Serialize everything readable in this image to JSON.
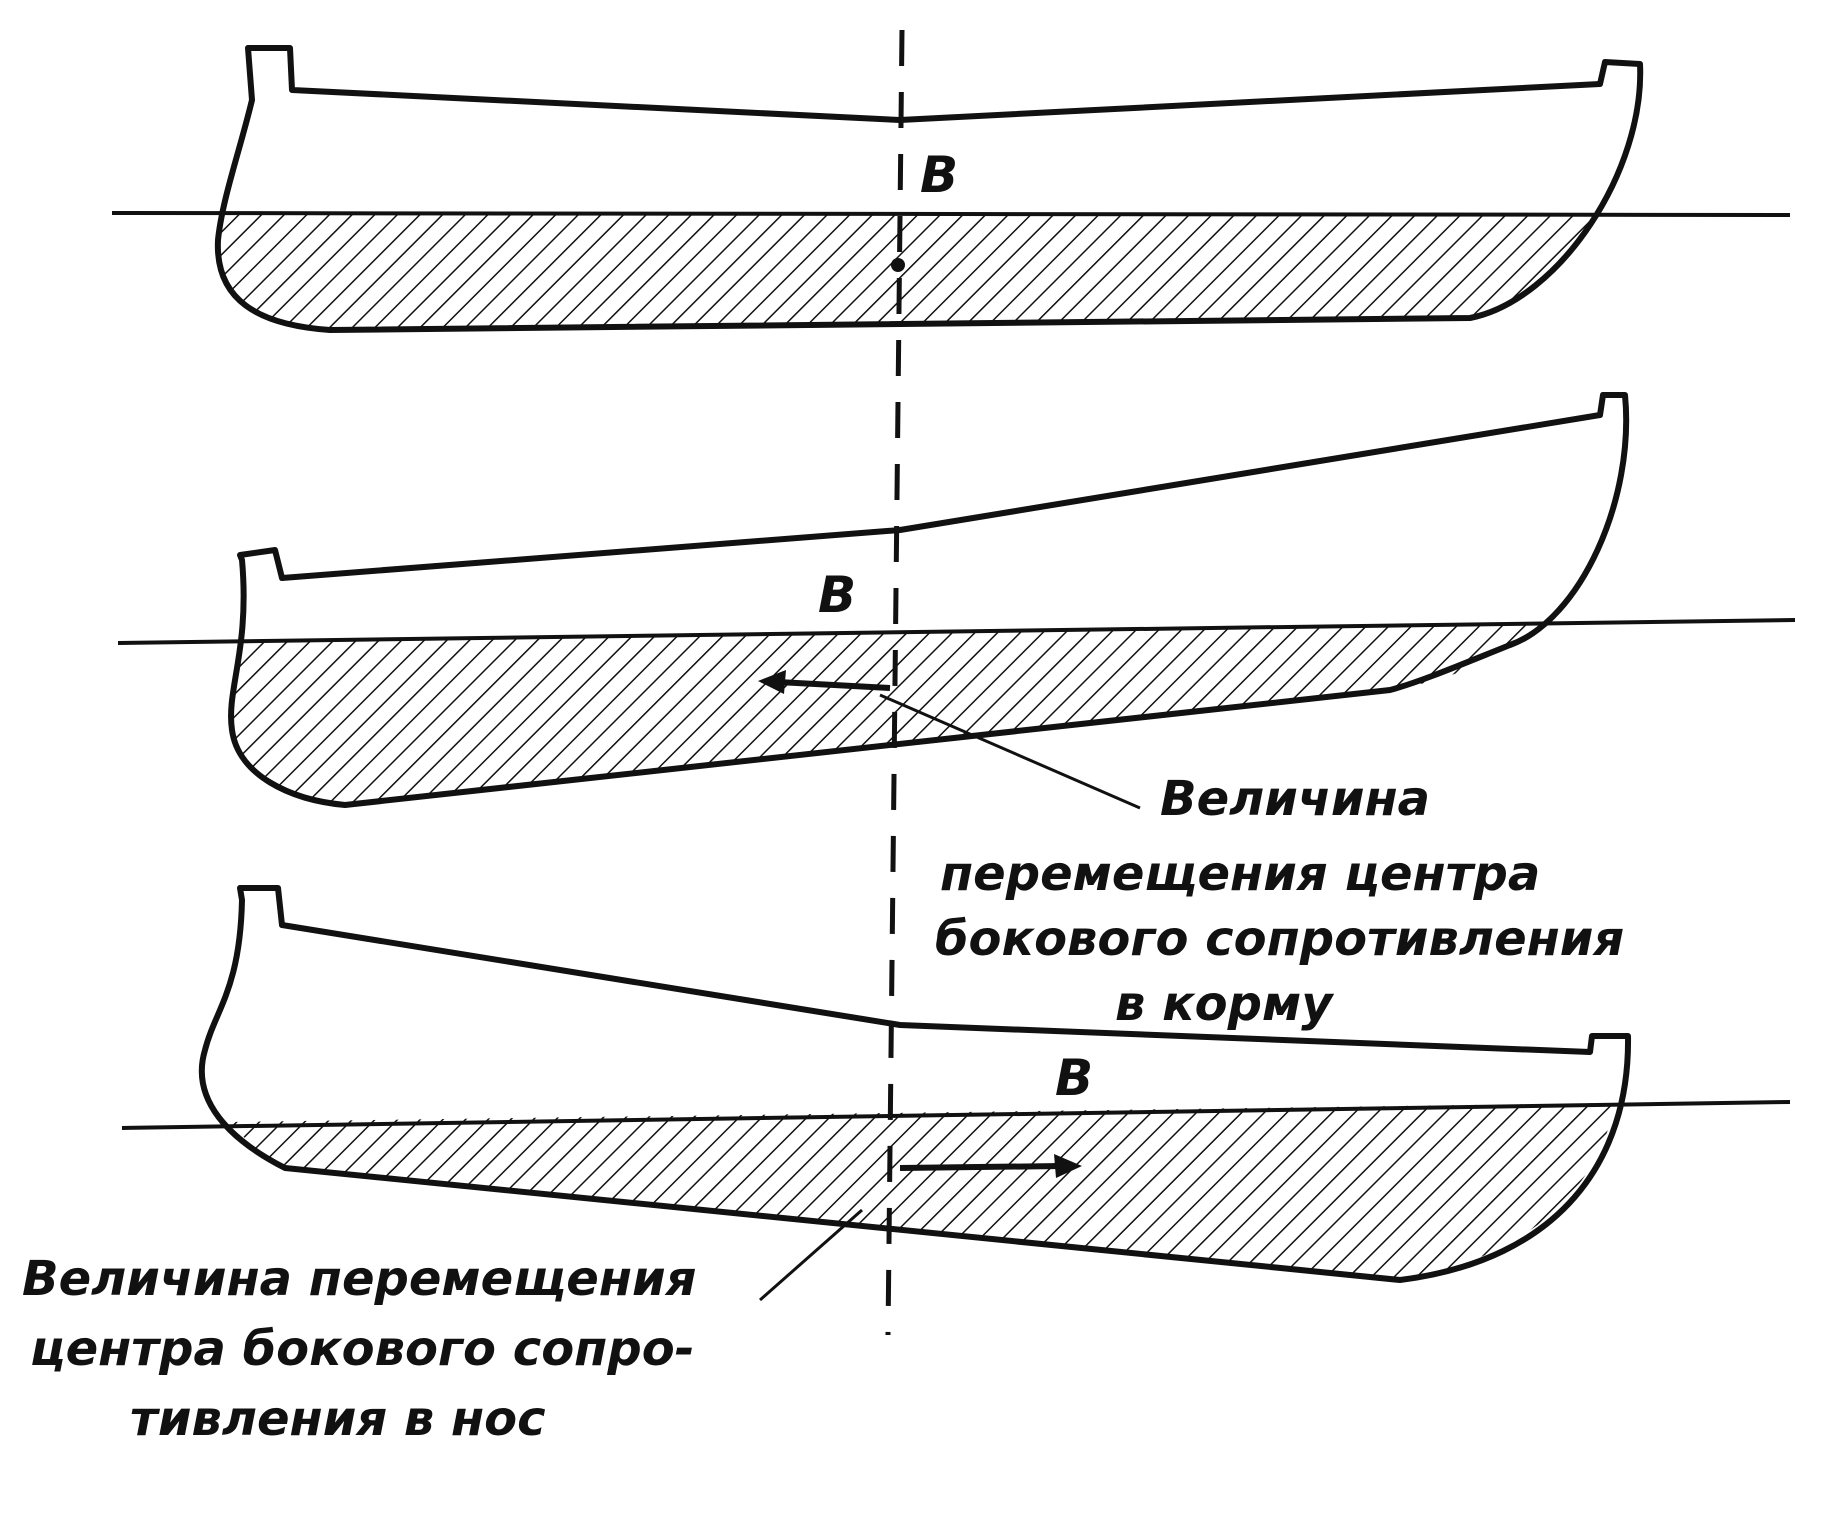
{
  "boats": [
    {
      "id": "level",
      "point_label": "B"
    },
    {
      "id": "bow-up",
      "point_label": "B"
    },
    {
      "id": "bow-down",
      "point_label": "B"
    }
  ],
  "annotations": {
    "aft_shift": {
      "lines": [
        "Величина",
        "перемещения центра",
        "бокового сопротивления",
        "в корму"
      ]
    },
    "fwd_shift": {
      "lines": [
        "Величина перемещения",
        "центра бокового сопро-",
        "тивления в нос"
      ]
    }
  },
  "colors": {
    "ink": "#111111",
    "background": "#ffffff"
  }
}
